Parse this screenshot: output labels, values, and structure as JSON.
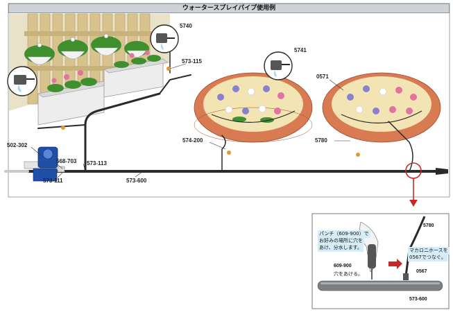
{
  "title": "ウォータースプレイパイプ使用例",
  "labels": {
    "l5740": "5740",
    "l5741": "5741",
    "l0571": "0571",
    "l573_115": "573-115",
    "l574_200": "574-200",
    "l5780_main": "5780",
    "l502_302": "502-302",
    "l568_703": "568-703",
    "l573_113": "573-113",
    "l573_111": "573-111",
    "l573_600_main": "573-600"
  },
  "detail": {
    "punch_note_1": "パンチ（609-900）で",
    "punch_note_2": "お好みの場所に穴を",
    "punch_note_3": "あけ、分水します。",
    "macaroni_note_1": "マカロニホースを",
    "macaroni_note_2": "0567でつなぐ。",
    "l5780": "5780",
    "l609_900": "609-900",
    "hole_note": "穴をあける。",
    "l0567": "0567",
    "l573_600": "573-600"
  },
  "colors": {
    "frame": "#9aa0a6",
    "title_bg": "#cfd3d8",
    "wall": "#e9e1c8",
    "fence": "#d8c38f",
    "hose": "#2a2a2a",
    "planter": "#ededed",
    "brick": "#d87b52",
    "soil": "#f3e4b3",
    "leaf": "#3f8f2f",
    "flower_pink": "#e2739f",
    "flower_purple": "#8b7fd0",
    "timer_blue": "#1f4fa8",
    "arrow_red": "#c62828"
  }
}
